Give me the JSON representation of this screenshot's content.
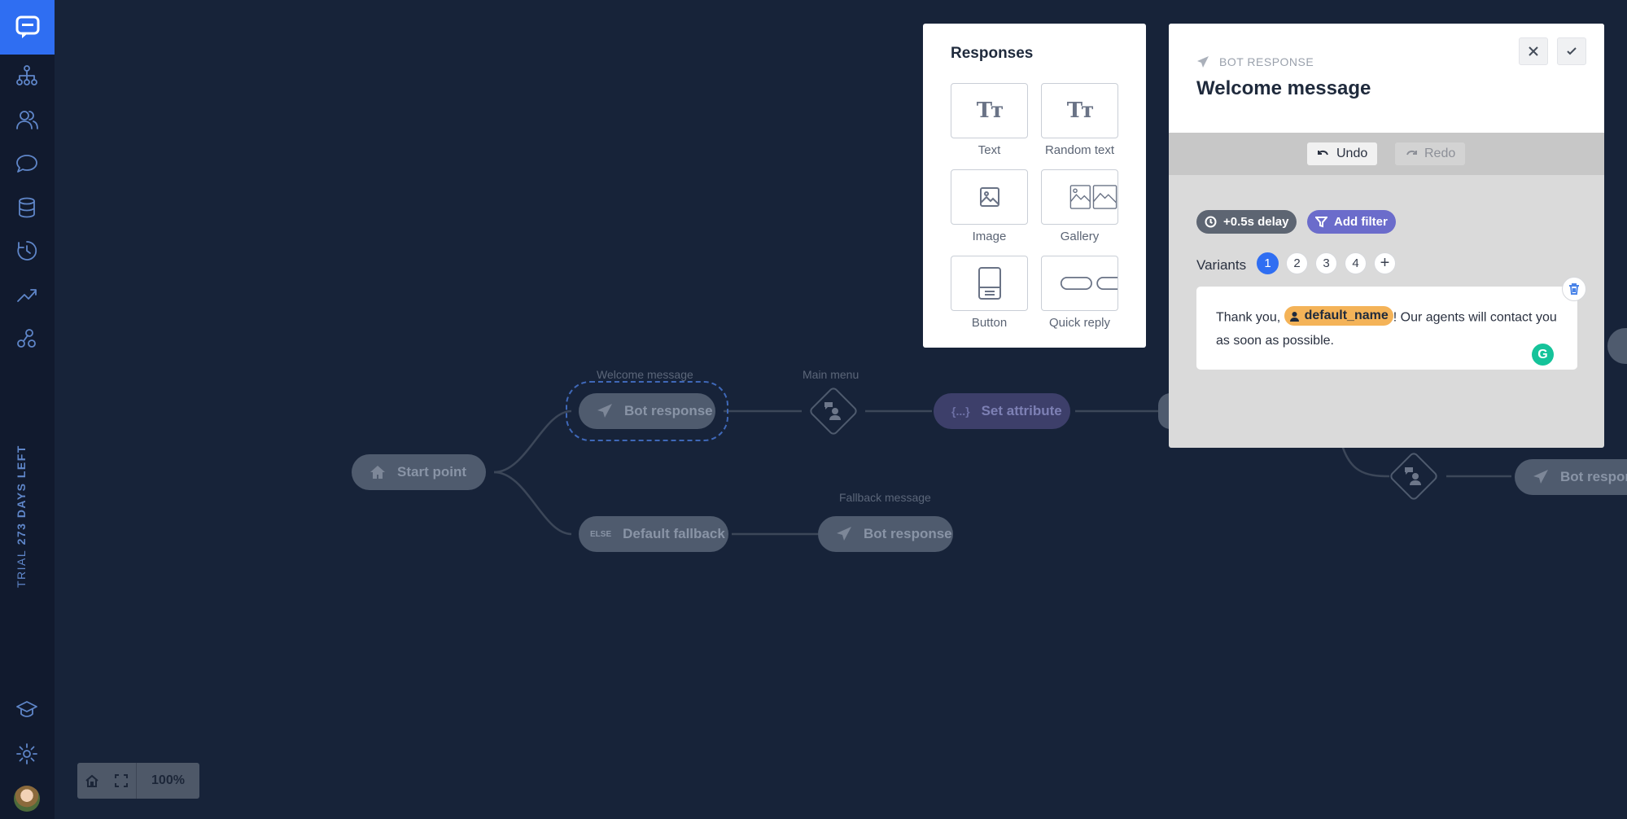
{
  "sidebar": {
    "trial_prefix": "TRIAL",
    "trial_days": "273 DAYS LEFT"
  },
  "canvas": {
    "nodes": {
      "start_point": "Start point",
      "welcome_label": "Welcome message",
      "bot_response_1": "Bot response",
      "main_menu_label": "Main menu",
      "set_attribute": "Set attribute",
      "default_fallback": "Default fallback",
      "else_tag": "ELSE",
      "fallback_label": "Fallback message",
      "bot_response_2": "Bot response",
      "bot_response_3": "Bot respons"
    },
    "zoom_level": "100%"
  },
  "responses_panel": {
    "title": "Responses",
    "tiles": [
      {
        "label": "Text",
        "icon": "text-icon"
      },
      {
        "label": "Random text",
        "icon": "random-text-icon"
      },
      {
        "label": "Image",
        "icon": "image-icon"
      },
      {
        "label": "Gallery",
        "icon": "gallery-icon"
      },
      {
        "label": "Button",
        "icon": "button-icon"
      },
      {
        "label": "Quick reply",
        "icon": "quick-reply-icon"
      }
    ]
  },
  "bot_panel": {
    "kicker": "BOT RESPONSE",
    "title": "Welcome message",
    "undo_label": "Undo",
    "redo_label": "Redo",
    "delay_label": "+0.5s delay",
    "filter_label": "Add filter",
    "variants_label": "Variants",
    "variants": [
      "1",
      "2",
      "3",
      "4"
    ],
    "active_variant": "1",
    "message": {
      "prefix": "Thank you, ",
      "attribute": "default_name",
      "suffix": "! Our agents will contact you as soon as possible."
    }
  }
}
